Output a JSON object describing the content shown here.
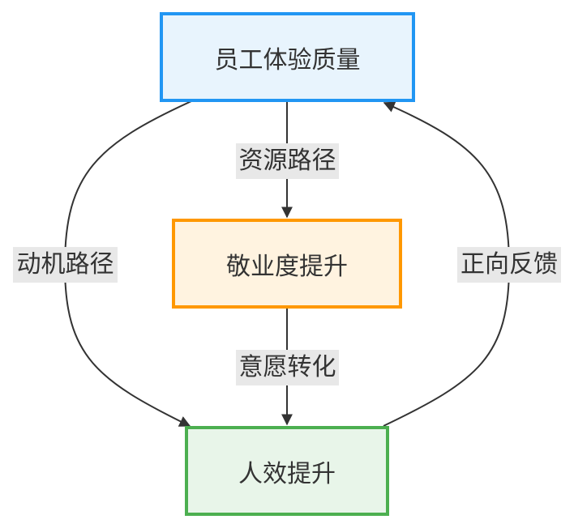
{
  "nodes": {
    "experience_quality": "员工体验质量",
    "engagement_boost": "敬业度提升",
    "efficiency_boost": "人效提升"
  },
  "edges": {
    "resource_path": "资源路径",
    "willingness_conversion": "意愿转化",
    "motivation_path": "动机路径",
    "positive_feedback": "正向反馈"
  },
  "colors": {
    "blue_border": "#2196f3",
    "blue_fill": "#e8f4fd",
    "orange_border": "#ff9800",
    "orange_fill": "#fff3e0",
    "green_border": "#4caf50",
    "green_fill": "#e8f5e9",
    "edge_line": "#333333",
    "label_bg": "#e8e8e8"
  }
}
